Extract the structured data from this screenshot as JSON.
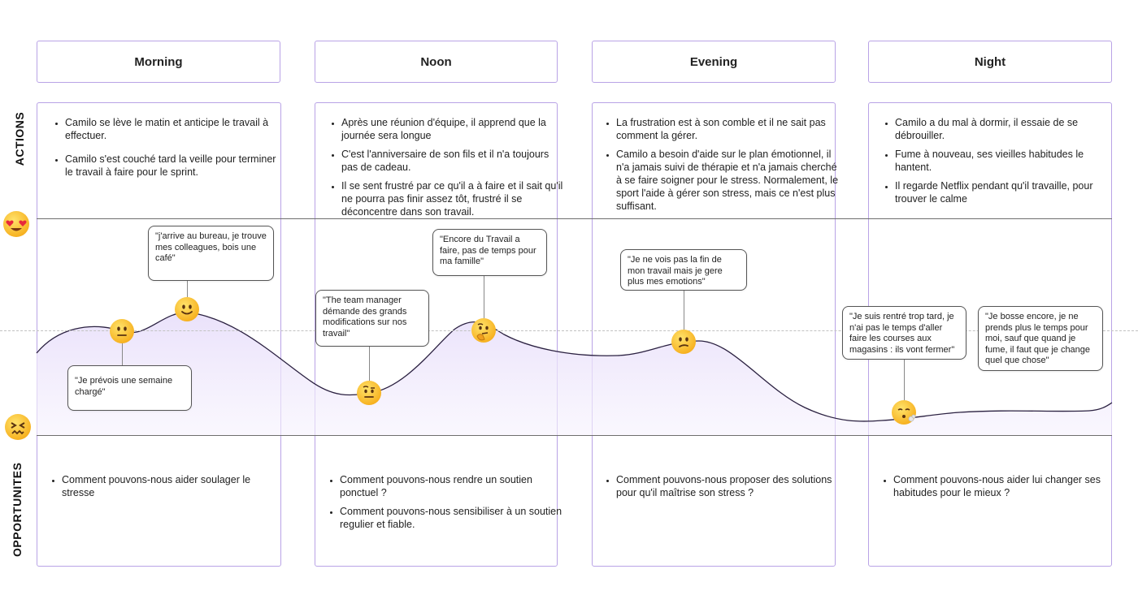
{
  "phases": [
    {
      "key": "morning",
      "label": "Morning"
    },
    {
      "key": "noon",
      "label": "Noon"
    },
    {
      "key": "evening",
      "label": "Evening"
    },
    {
      "key": "night",
      "label": "Night"
    }
  ],
  "rows": {
    "actions_label": "ACTIONS",
    "opportunities_label": "OPPORTUNITES"
  },
  "actions": {
    "morning": [
      "Camilo se lève le matin et anticipe le travail à effectuer.",
      "Camilo s'est couché tard la veille pour terminer le travail à faire pour le sprint."
    ],
    "noon": [
      "Après une réunion d'équipe, il apprend que la journée sera longue",
      "C'est l'anniversaire de son fils et il n'a toujours pas de cadeau.",
      "Il se sent frustré par ce qu'il a à faire et il sait qu'il ne pourra pas finir assez tôt, frustré il se déconcentre dans son travail."
    ],
    "evening": [
      "La frustration est à son comble et il ne sait pas comment la gérer.",
      "Camilo a besoin d'aide sur le plan émotionnel, il n'a jamais suivi de thérapie et n'a jamais cherché à se faire soigner pour le stress. Normalement, le sport l'aide à gérer son stress, mais ce n'est plus suffisant."
    ],
    "night": [
      "Camilo a du mal à dormir, il essaie de se débrouiller.",
      "Fume à nouveau, ses vieilles habitudes le hantent.",
      "Il regarde Netflix pendant qu'il travaille, pour trouver le calme"
    ]
  },
  "quotes": {
    "q1": "\"Je prévois une semaine chargé\"",
    "q2": "\"j'arrive au bureau, je trouve mes colleagues, bois une café\"",
    "q3": "\"The team manager démande des grands modifications sur nos travail\"",
    "q4": "\"Encore du Travail a faire, pas de temps pour ma famille\"",
    "q5": "\"Je ne vois pas la fin de mon travail mais je gere plus mes emotions\"",
    "q6": "\"Je suis rentré trop tard, je n'ai pas le temps d'aller faire les courses aux magasins : ils vont fermer\"",
    "q7": "\"Je bosse encore, je ne prends plus le temps pour moi, sauf que quand je fume, il faut que je change quel que chose\""
  },
  "opportunities": {
    "morning": [
      "Comment pouvons-nous aider soulager le stresse"
    ],
    "noon": [
      "Comment pouvons-nous rendre un soutien ponctuel ?",
      "Comment pouvons-nous sensibiliser à un soutien regulier et fiable."
    ],
    "evening": [
      "Comment pouvons-nous proposer des solutions pour qu'il maîtrise son stress ?"
    ],
    "night": [
      "Comment pouvons-nous aider lui changer ses habitudes pour le mieux ?"
    ]
  },
  "emotions": [
    {
      "icon": "neutral-face-icon"
    },
    {
      "icon": "smiling-face-icon"
    },
    {
      "icon": "raised-eyebrow-face-icon"
    },
    {
      "icon": "thinking-face-icon"
    },
    {
      "icon": "confused-face-icon"
    },
    {
      "icon": "exhaling-face-icon"
    }
  ],
  "scale": {
    "top_icon": "heart-eyes-face-icon",
    "bottom_icon": "confounded-face-icon"
  },
  "colors": {
    "accent_border": "#b9a3e6",
    "curve_fill_top": "#ece4fb",
    "curve_line": "#2a2040",
    "emoji_yellow": "#f7b323"
  }
}
